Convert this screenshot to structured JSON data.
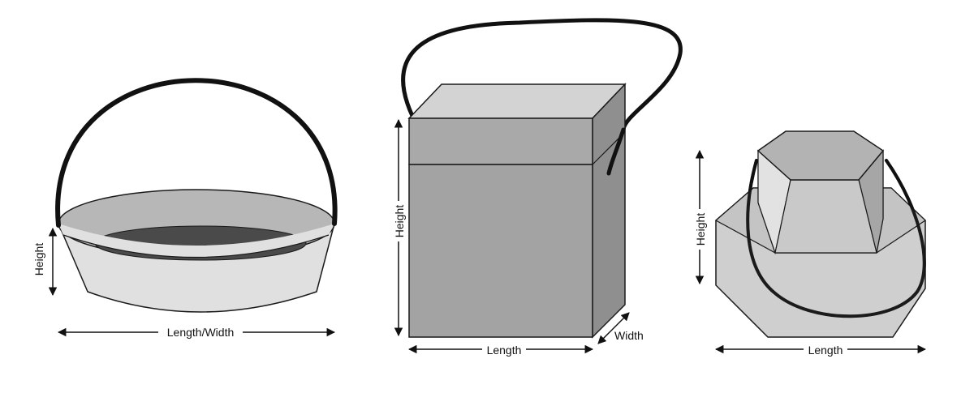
{
  "figures": [
    {
      "name": "round basket",
      "labels": {
        "height": "Height",
        "length_width": "Length/Width"
      }
    },
    {
      "name": "rectangular box",
      "labels": {
        "height": "Height",
        "length": "Length",
        "width": "Width"
      }
    },
    {
      "name": "octagonal box",
      "labels": {
        "height": "Height",
        "length": "Length"
      }
    }
  ],
  "colors": {
    "outline": "#1a1a1a",
    "handle": "#111111",
    "light": "#d6d6d6",
    "medium": "#b3b3b3",
    "dark": "#8f8f8f",
    "basket_inner_floor": "#4a4a4a",
    "basket_outer": "#e0e0e0"
  },
  "icons": [
    "arrow-double-vertical-icon",
    "arrow-double-horizontal-icon",
    "arrow-double-diagonal-icon"
  ]
}
